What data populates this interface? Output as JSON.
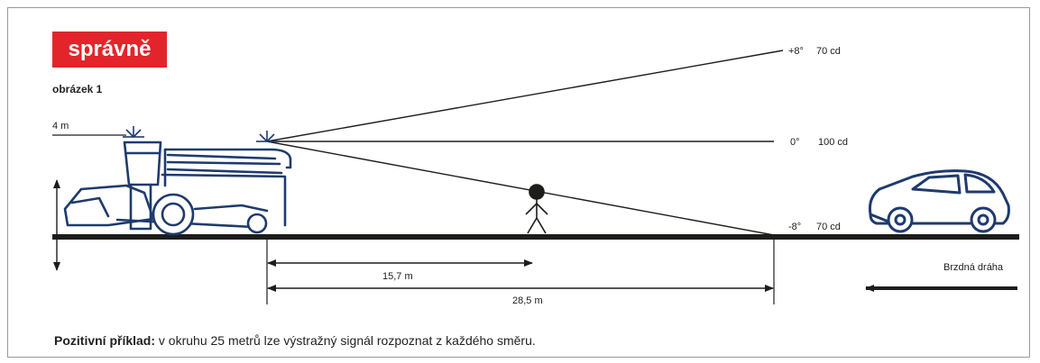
{
  "badge": "správně",
  "figure_label": "obrázek 1",
  "labels": {
    "height": "4 m",
    "angle_top": "+8°",
    "intensity_top": "70 cd",
    "angle_mid": "0°",
    "intensity_mid": "100 cd",
    "angle_bottom": "-8°",
    "intensity_bottom": "70 cd",
    "dist_short": "15,7 m",
    "dist_long": "28,5 m",
    "braking": "Brzdná dráha"
  },
  "caption": {
    "bold": "Pozitivní příklad:",
    "text": " v okruhu 25 metrů lze výstražný signál rozpoznat z každého směru."
  },
  "colors": {
    "badge": "#e3242b",
    "line": "#1d1d1b",
    "vehicle": "#1f3a6e"
  }
}
